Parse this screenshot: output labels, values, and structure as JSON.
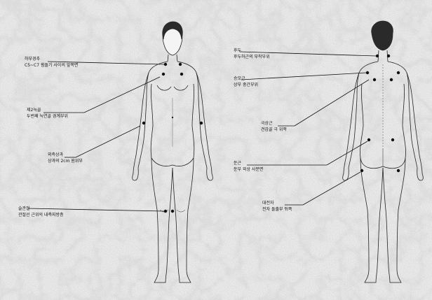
{
  "labels": {
    "front_upper_neck": {
      "line1": "하부경추",
      "line2": "C5~C7 횡돌기 사이의 앞쪽면"
    },
    "front_second_rib": {
      "line1": "제2늑골",
      "line2": "두번째 늑연골 경계부위"
    },
    "front_lateral_epicondyle": {
      "line1": "외측상과",
      "line2": "상과의 2cm 원위부"
    },
    "front_knee": {
      "line1": "슬관절",
      "line2": "관절선 근위의 내측지방층"
    },
    "back_occiput": {
      "line1": "후두",
      "line2": "후두하근의 부착부위"
    },
    "back_trapezius": {
      "line1": "승모근",
      "line2": "상부 중간부위"
    },
    "back_supraspinatus": {
      "line1": "극상근",
      "line2": "견갑골 극 위쪽"
    },
    "back_gluteal": {
      "line1": "둔근",
      "line2": "둔부 외상 사분면"
    },
    "back_greater_trochanter": {
      "line1": "대전자",
      "line2": "전자 돌출부 뒤쪽"
    }
  },
  "colors": {
    "paper": "#e9e9e9",
    "ink": "#111111",
    "grain": "#9a9a9a",
    "hair": "#2a2a2a"
  }
}
